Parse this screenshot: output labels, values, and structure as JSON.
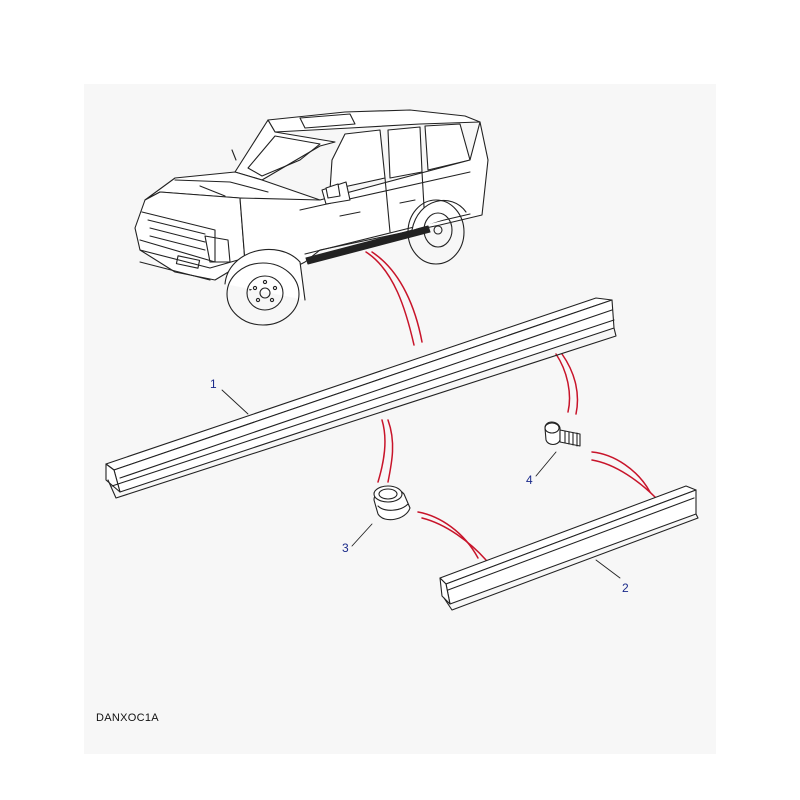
{
  "diagram_code": "DANXOC1A",
  "callouts": [
    {
      "id": "1",
      "label": "1"
    },
    {
      "id": "2",
      "label": "2"
    },
    {
      "id": "3",
      "label": "3"
    },
    {
      "id": "4",
      "label": "4"
    }
  ],
  "colors": {
    "linework": "#222222",
    "leader_red": "#c8142a",
    "callout_blue": "#1a2a8a",
    "panel_bg": "#f7f7f7"
  }
}
